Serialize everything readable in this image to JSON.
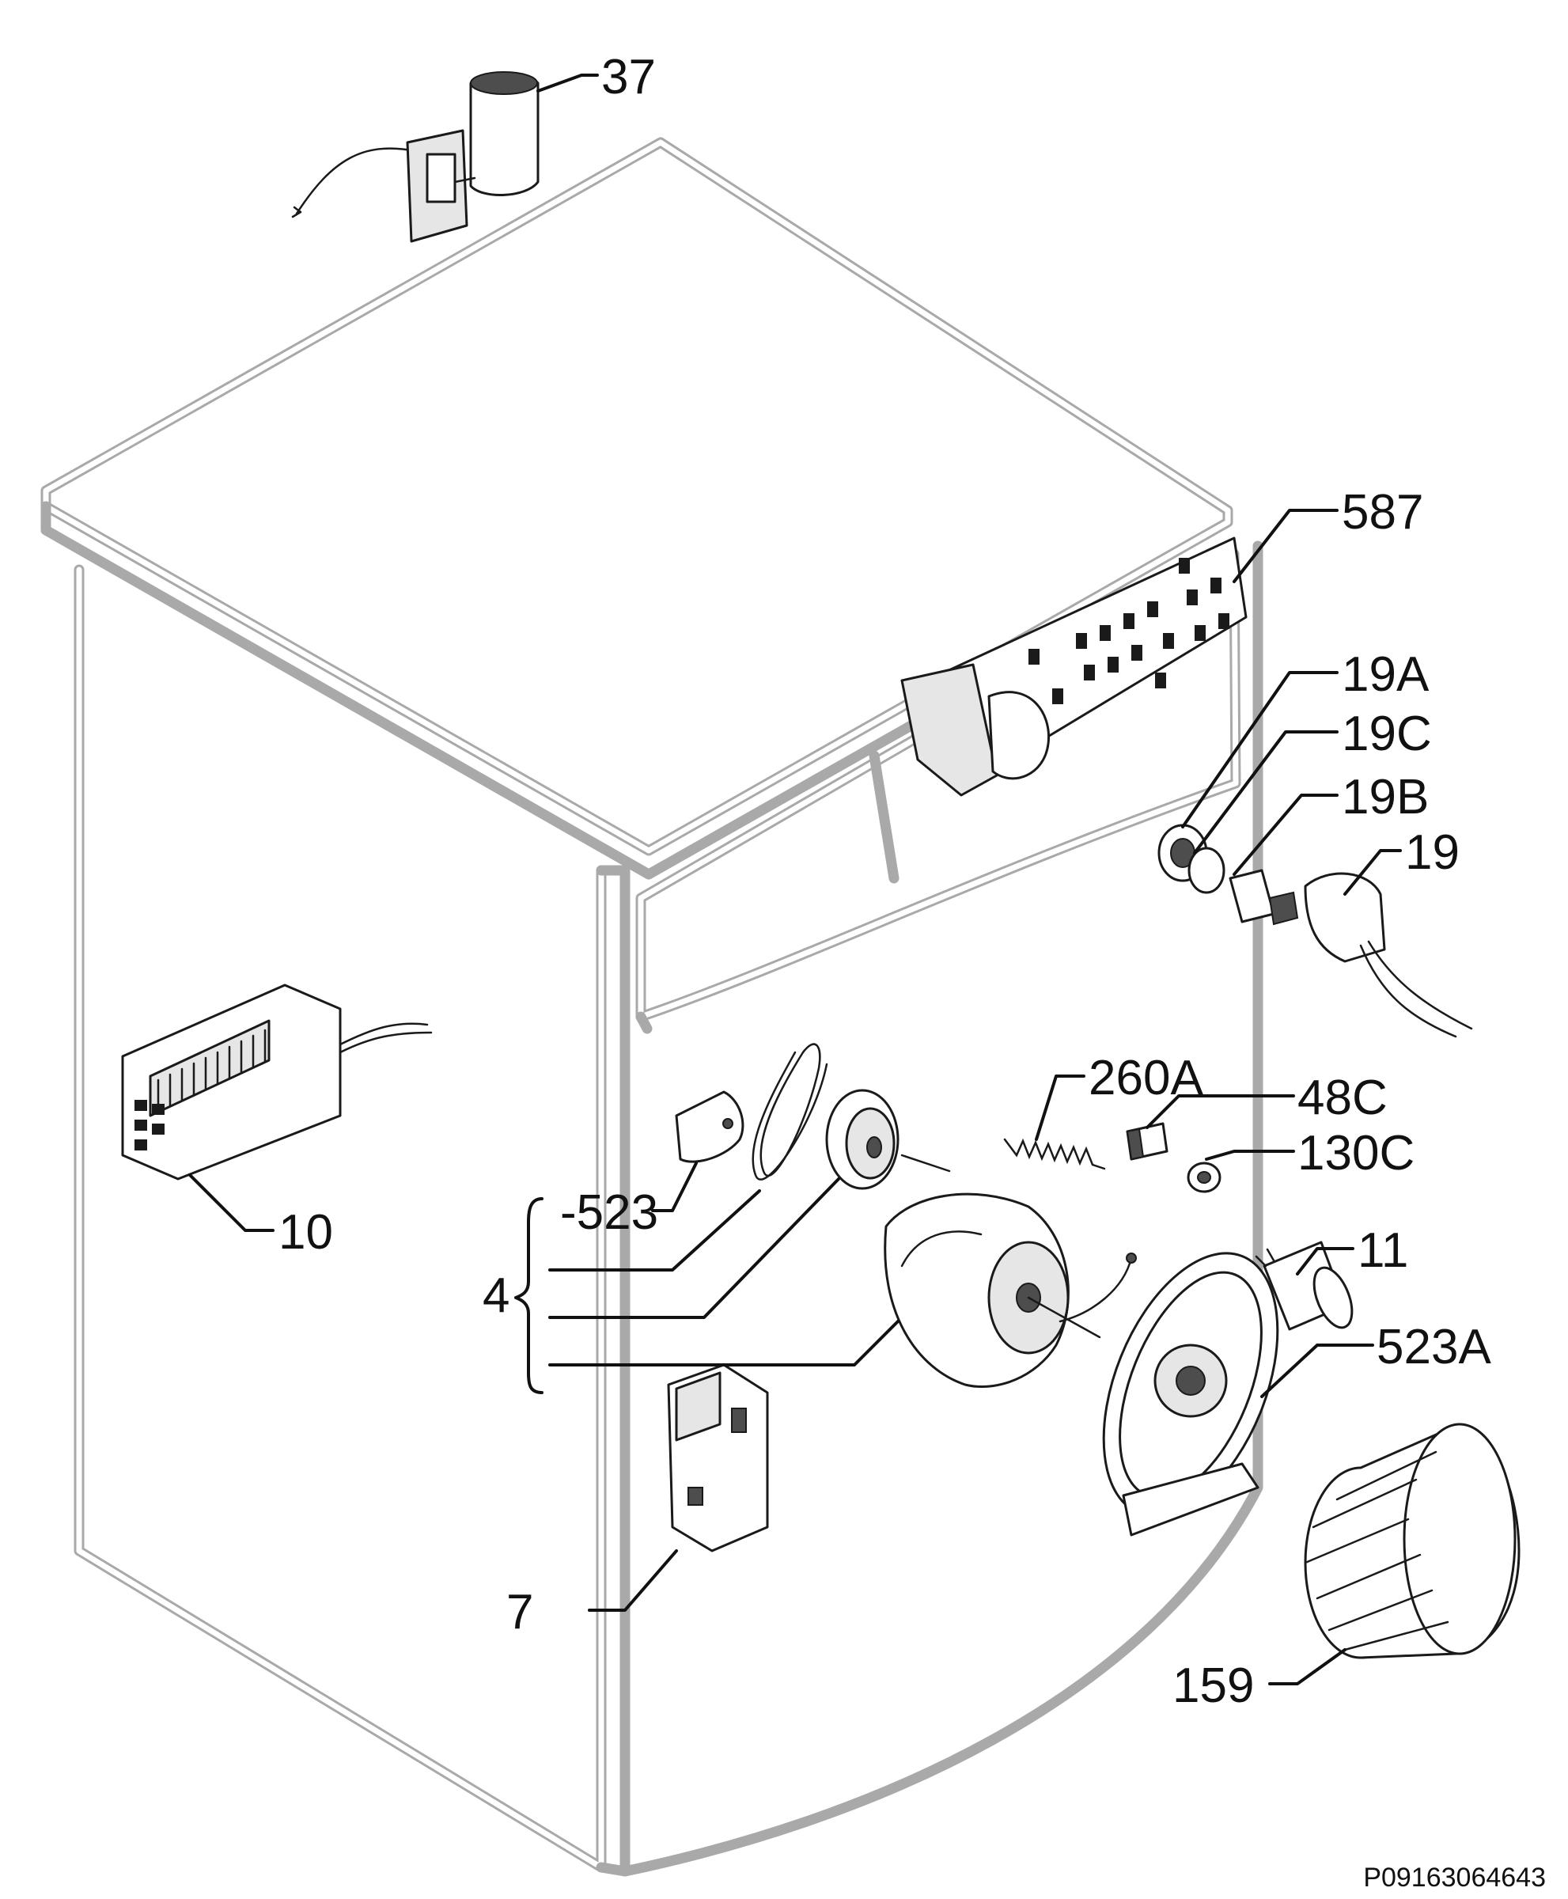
{
  "labels": {
    "p37": "37",
    "p587": "587",
    "p19a": "19A",
    "p19c": "19C",
    "p19b": "19B",
    "p19": "19",
    "p10": "10",
    "p260a": "260A",
    "p48c": "48C",
    "p130c": "130C",
    "p523": "-523",
    "p4": "4",
    "p11": "11",
    "p523a": "523A",
    "p7": "7",
    "p159": "159"
  },
  "document_id": "P09163064643"
}
